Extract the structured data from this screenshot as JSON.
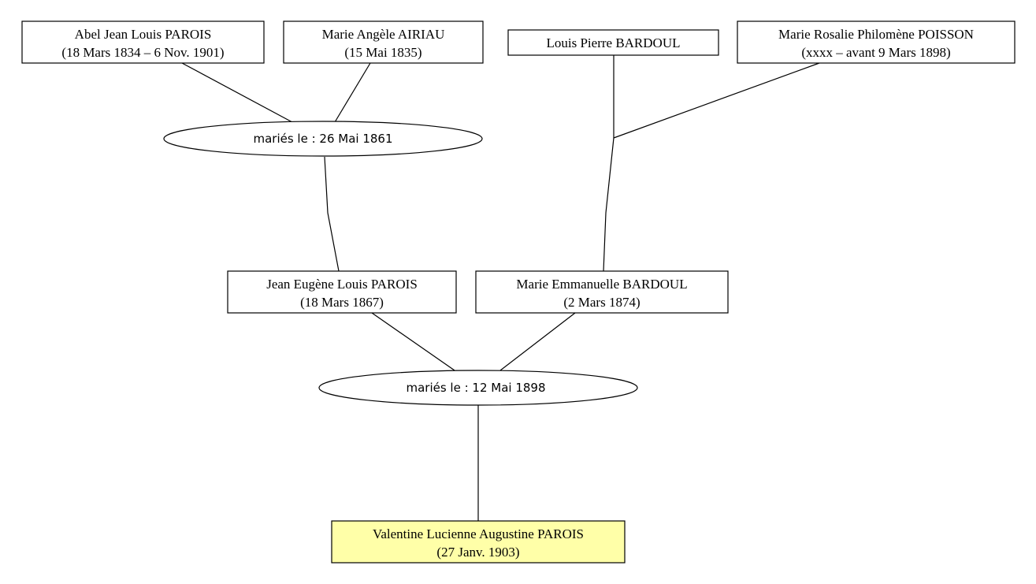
{
  "people": {
    "abel": {
      "name": "Abel Jean Louis PAROIS",
      "dates": "(18 Mars 1834 – 6 Nov. 1901)"
    },
    "marie_angele": {
      "name": "Marie Angèle AIRIAU",
      "dates": "(15 Mai 1835)"
    },
    "louis_pierre": {
      "name": "Louis Pierre BARDOUL",
      "dates": ""
    },
    "marie_rosalie": {
      "name": "Marie Rosalie Philomène POISSON",
      "dates": "(xxxx – avant 9 Mars 1898)"
    },
    "jean_eugene": {
      "name": "Jean Eugène Louis PAROIS",
      "dates": "(18 Mars 1867)"
    },
    "marie_emmanuelle": {
      "name": "Marie Emmanuelle BARDOUL",
      "dates": "(2 Mars 1874)"
    },
    "valentine": {
      "name": "Valentine Lucienne Augustine PAROIS",
      "dates": "(27 Janv. 1903)"
    }
  },
  "marriages": {
    "m1861": {
      "label": "mariés le : 26 Mai 1861"
    },
    "m1898": {
      "label": "mariés le : 12 Mai 1898"
    }
  },
  "colors": {
    "highlight_fill": "#ffffa8",
    "line": "#000000"
  }
}
